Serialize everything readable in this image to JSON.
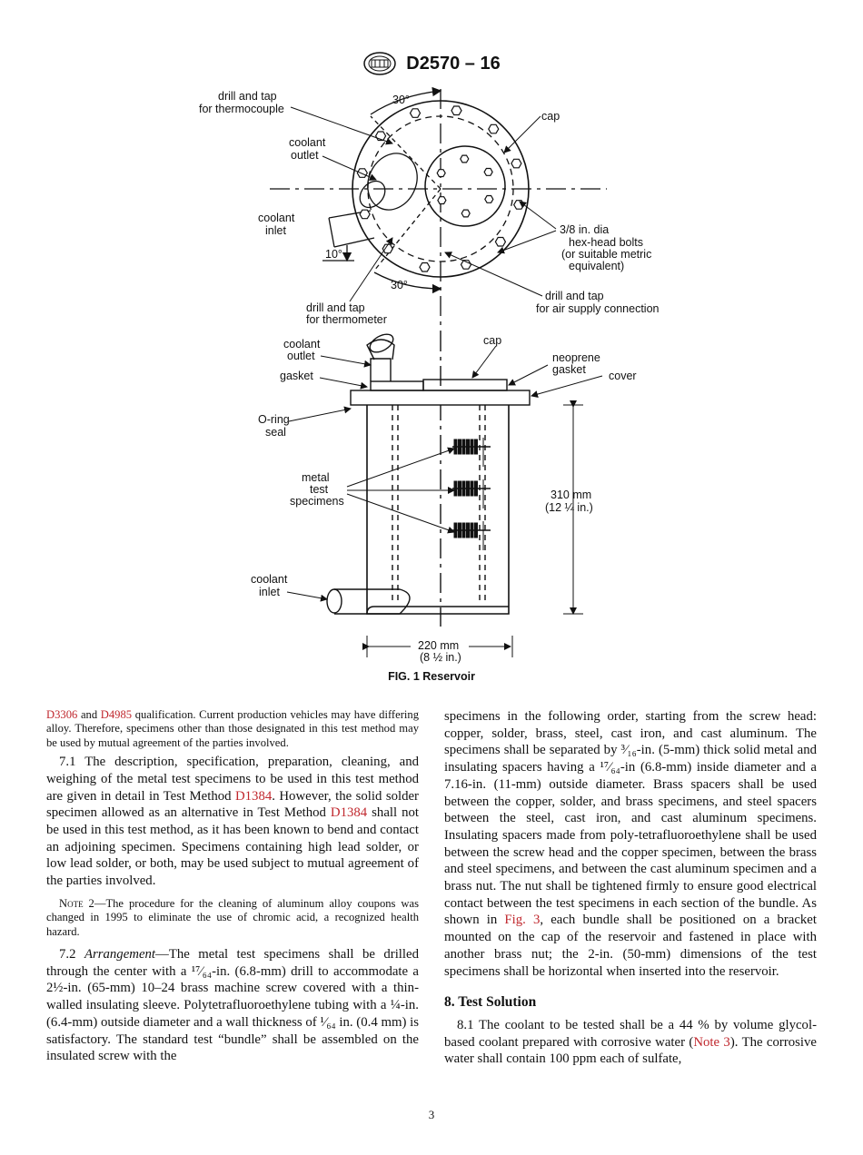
{
  "header": {
    "doc_id": "D2570 – 16",
    "logo": "astm-logo-icon"
  },
  "figure": {
    "caption": "FIG. 1 Reservoir",
    "top_view": {
      "drill_tap_thermocouple": [
        "drill and tap",
        "for thermocouple"
      ],
      "angle_top": "30°",
      "cap": "cap",
      "coolant_outlet": [
        "coolant",
        "outlet"
      ],
      "coolant_inlet": [
        "coolant",
        "inlet"
      ],
      "angle_small": "10°",
      "bolts": [
        "3/8 in. dia",
        "hex-head bolts",
        "(or suitable metric",
        "equivalent)"
      ],
      "angle_bottom": "30°",
      "drill_tap_thermometer": [
        "drill and tap",
        "for thermometer"
      ],
      "drill_tap_air": [
        "drill and tap",
        "for air supply connection"
      ]
    },
    "side_view": {
      "coolant_outlet": [
        "coolant",
        "outlet"
      ],
      "cap": "cap",
      "neoprene_gasket": [
        "neoprene",
        "gasket"
      ],
      "gasket": "gasket",
      "cover": "cover",
      "oring_seal": [
        "O-ring",
        "seal"
      ],
      "specimens": [
        "metal",
        "test",
        "specimens"
      ],
      "height_dim": [
        "310 mm",
        "(12 ¼ in.)"
      ],
      "coolant_inlet": [
        "coolant",
        "inlet"
      ],
      "width_dim": [
        "220 mm",
        "(8 ½ in.)"
      ]
    }
  },
  "left_column": {
    "p0": {
      "ref1": "D3306",
      "t1": " and ",
      "ref2": "D4985",
      "t2": " qualification. Current production vehicles may have differing alloy. Therefore, specimens other than those designated in this test method may be used by mutual agreement of the parties involved."
    },
    "p1": {
      "t1": "7.1 The description, specification, preparation, cleaning, and weighing of the metal test specimens to be used in this test method are given in detail in Test Method ",
      "ref1": "D1384",
      "t2": ". However, the solid solder specimen allowed as an alternative in Test Method ",
      "ref2": "D1384",
      "t3": " shall not be used in this test method, as it has been known to bend and contact an adjoining specimen. Specimens containing high lead solder, or low lead solder, or both, may be used subject to mutual agreement of the parties involved."
    },
    "note2": {
      "label": "Note",
      "text": " 2—The procedure for the cleaning of aluminum alloy coupons was changed in 1995 to eliminate the use of chromic acid, a recognized health hazard."
    },
    "p2": {
      "num": "7.2 ",
      "italic": "Arrangement",
      "text": "—The metal test specimens shall be drilled through the center with a ¹⁷⁄₆₄-in. (6.8-mm) drill to accommodate a 2½-in. (65-mm) 10–24 brass machine screw covered with a thin-walled insulating sleeve. Polytetrafluoroethylene tubing with a ¼-in. (6.4-mm) outside diameter and a wall thickness of ¹⁄₆₄ in. (0.4 mm) is satisfactory. The standard test “bundle” shall be assembled on the insulated screw with the"
    }
  },
  "right_column": {
    "p1": {
      "t1": "specimens in the following order, starting from the screw head: copper, solder, brass, steel, cast iron, and cast aluminum. The specimens shall be separated by ³⁄₁₆-in. (5-mm) thick solid metal and insulating spacers having a ¹⁷⁄₆₄-in (6.8-mm) inside diameter and a 7.16-in. (11-mm) outside diameter. Brass spacers shall be used between the copper, solder, and brass specimens, and steel spacers between the steel, cast iron, and cast aluminum specimens. Insulating spacers made from poly-tetrafluoroethylene shall be used between the screw head and the copper specimen, between the brass and steel specimens, and between the cast aluminum specimen and a brass nut. The nut shall be tightened firmly to ensure good electrical contact between the test specimens in each section of the bundle. As shown in ",
      "ref1": "Fig. 3",
      "t2": ", each bundle shall be positioned on a bracket mounted on the cap of the reservoir and fastened in place with another brass nut; the 2-in. (50-mm) dimensions of the test specimens shall be horizontal when inserted into the reservoir."
    },
    "section8": "8. Test Solution",
    "p2": {
      "t1": "8.1 The coolant to be tested shall be a 44 % by volume glycol-based coolant prepared with corrosive water (",
      "ref1": "Note 3",
      "t2": "). The corrosive water shall contain 100 ppm each of sulfate,"
    }
  },
  "page_number": "3",
  "colors": {
    "link": "#c0272d",
    "text": "#111111"
  }
}
